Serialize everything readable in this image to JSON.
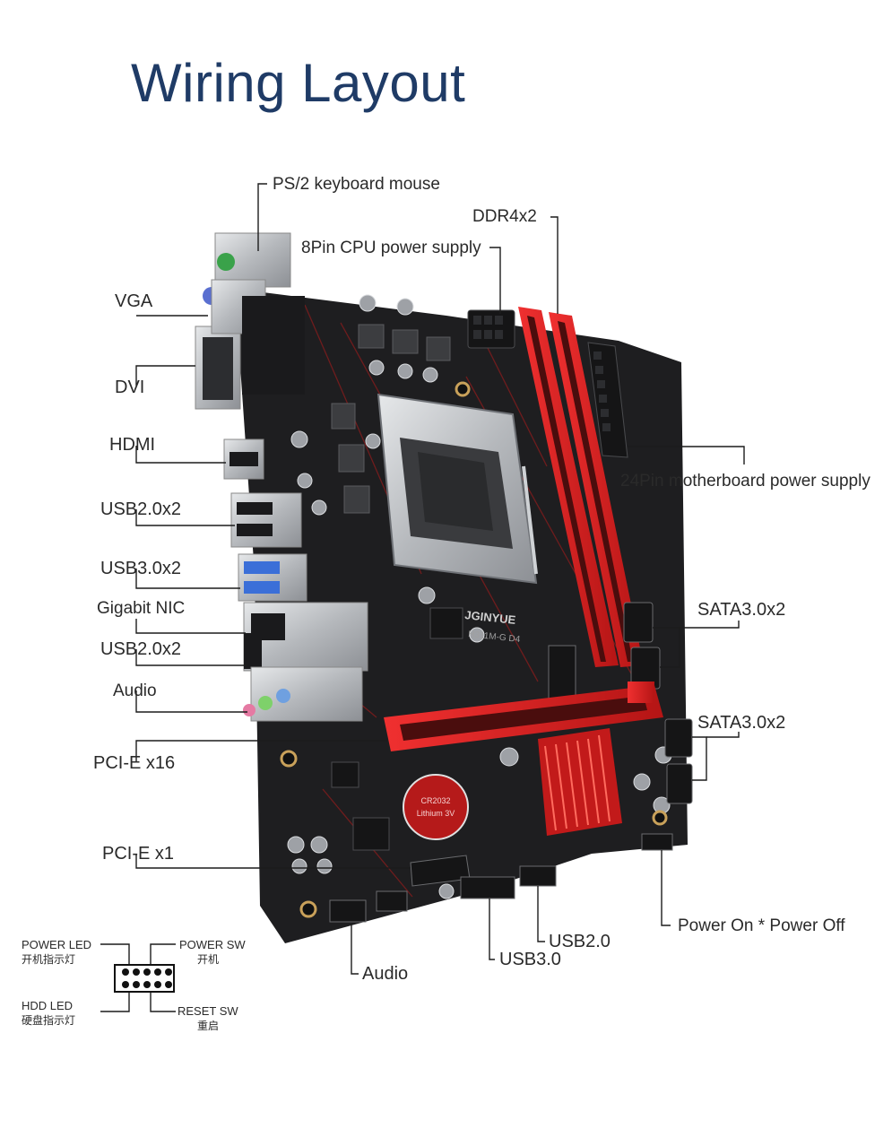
{
  "title": "Wiring Layout",
  "board": {
    "brand": "JGINYUE",
    "model": "H311M-G D4",
    "battery_text": [
      "CR2032",
      "Lithium 3V"
    ]
  },
  "labels": {
    "ps2": "PS/2 keyboard mouse",
    "ddr4": "DDR4x2",
    "cpu_power": "8Pin CPU power supply",
    "vga": "VGA",
    "dvi": "DVI",
    "hdmi": "HDMI",
    "usb20_a": "USB2.0x2",
    "usb30": "USB3.0x2",
    "nic": "Gigabit NIC",
    "usb20_b": "USB2.0x2",
    "audio_rear": "Audio",
    "pcie16": "PCI-E x16",
    "pcie1": "PCI-E x1",
    "atx24": "24Pin motherboard power supply",
    "sata_a": "SATA3.0x2",
    "sata_b": "SATA3.0x2",
    "power_onoff": "Power On * Power Off",
    "usb20_header": "USB2.0",
    "usb30_header": "USB3.0",
    "audio_header": "Audio"
  },
  "front_panel": {
    "power_led": "POWER LED",
    "power_led_cn": "开机指示灯",
    "power_sw": "POWER SW",
    "power_sw_cn": "开机",
    "hdd_led": "HDD LED",
    "hdd_led_cn": "硬盘指示灯",
    "reset_sw": "RESET SW",
    "reset_sw_cn": "重启"
  },
  "colors": {
    "title": "#1f3b66",
    "pcb": "#1e1e20",
    "accent_red": "#d81e1e",
    "metal": "#b9bcc0",
    "usb3_blue": "#3b6fd8"
  }
}
